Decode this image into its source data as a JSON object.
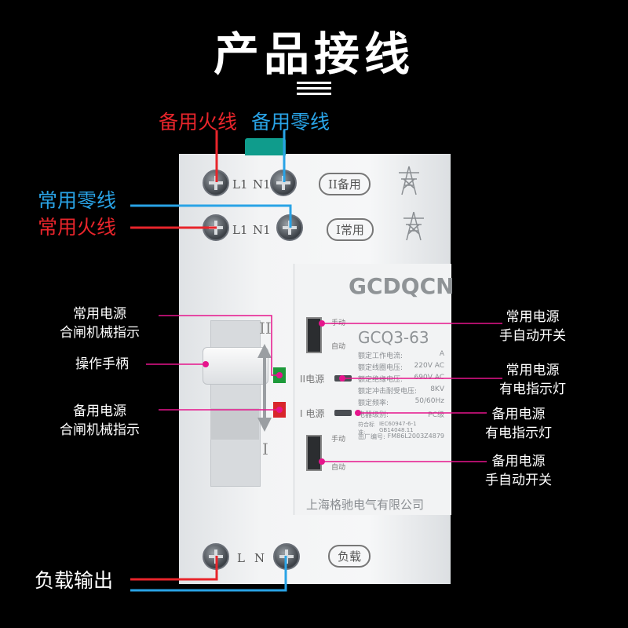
{
  "title": "产品接线",
  "labels": {
    "backup_live": "备用火线",
    "backup_neutral": "备用零线",
    "main_neutral": "常用零线",
    "main_live": "常用火线",
    "load_output": "负载输出",
    "main_power_mech_indicator": [
      "常用电源",
      "合闸机械指示"
    ],
    "operating_handle": "操作手柄",
    "backup_power_mech_indicator": [
      "备用电源",
      "合闸机械指示"
    ],
    "main_power_switch": [
      "常用电源",
      "手自动开关"
    ],
    "main_power_lamp": [
      "常用电源",
      "有电指示灯"
    ],
    "backup_power_lamp": [
      "备用电源",
      "有电指示灯"
    ],
    "backup_power_switch": [
      "备用电源",
      "手自动开关"
    ]
  },
  "device": {
    "brand": "GCDQCN",
    "model": "GCQ3-63",
    "manufacturer": "上海格驰电气有限公司",
    "top_terminals": {
      "l": "L1",
      "n": "N1",
      "badge": "II备用"
    },
    "mid_terminals": {
      "l": "L1",
      "n": "N1",
      "badge": "I常用"
    },
    "bottom_terminals": {
      "l": "L",
      "n": "N",
      "badge": "负载"
    },
    "handle_top_mark": "II",
    "handle_bottom_mark": "I",
    "switch1_top": "手动",
    "switch1_bottom": "自动",
    "switch2_top": "手动",
    "switch2_bottom": "自动",
    "lamp_ii": "II电源",
    "lamp_i": "I 电源",
    "specs": [
      {
        "k": "额定工作电流:",
        "v": "A"
      },
      {
        "k": "额定线圈电压:",
        "v": "220V AC"
      },
      {
        "k": "额定绝缘电压:",
        "v": "690V AC"
      },
      {
        "k": "额定冲击耐受电压:",
        "v": "8KV"
      },
      {
        "k": "额定频率:",
        "v": "50/60Hz"
      },
      {
        "k": "电器级别:",
        "v": "PC级"
      },
      {
        "k": "符合标准:",
        "v": "IEC60947-6-1 GB14048.11"
      },
      {
        "k": "出厂编号:",
        "v": "FM86L2003Z4879"
      }
    ]
  },
  "colors": {
    "red": "#e8252b",
    "blue": "#29a3e6",
    "magenta": "#e6148c"
  }
}
